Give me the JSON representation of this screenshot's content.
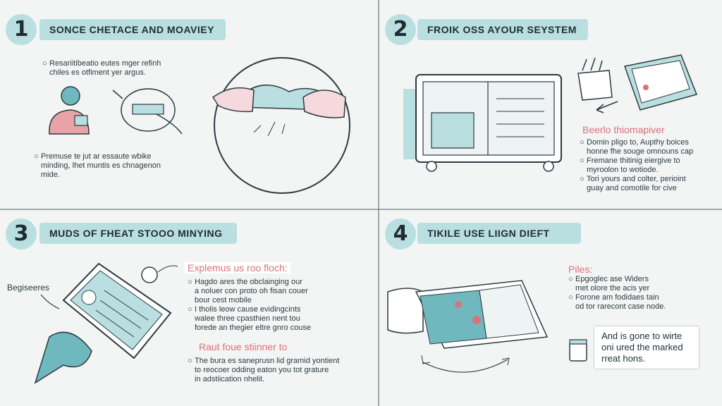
{
  "panels": [
    {
      "number": "1",
      "title": "SONCE CHETACE AND MOAVIEY",
      "bullets_top": [
        "Resariitibeatio eutes mger refinh",
        "chiles es otfiment yer argus."
      ],
      "bullets_bottom": [
        "Premuse te jut ar essaute wbike",
        "minding, lhet muntis es chnagenon",
        "mide."
      ]
    },
    {
      "number": "2",
      "title": "FROIK OSS AYOUR SEYSTEM",
      "heading": "Beerlo thiomapiver",
      "bullets": [
        [
          "Domin pligo to, Aupthy boices",
          "honne fhe souge omnouns cap"
        ],
        [
          "Fremane thitinig eiergive to",
          "myroolon to wotiode."
        ],
        [
          "Tori yours and colter, perioint",
          "guay and comotile for cive"
        ]
      ]
    },
    {
      "number": "3",
      "title": "MUDS OF FHEAT STOOO MINYING",
      "side_label": "Begiseeres",
      "heading1": "Explemus us roo floch:",
      "bullets1": [
        [
          "Hagdo ares the obclainging our",
          "a noluer con proto oh fisan couer",
          "bour cest mobile"
        ],
        [
          "I tholis leow cause evidingcints",
          "walee three cpasthien nent tou",
          "forede an thegier eltre gnro couse"
        ]
      ],
      "heading2": "Raut foue stiinner to",
      "bullets2": [
        [
          "The bura es saneprusn lid gramid yontient",
          "to reocoer odding eaton you tot grature",
          "in adstiication nhelit."
        ]
      ]
    },
    {
      "number": "4",
      "title": "TIKILE USE LIIGN DIEFT",
      "heading": "Piles:",
      "bullets": [
        [
          "Epgoglec ase Widers",
          "met olore the acis yer"
        ],
        [
          "Forone am fodidaes tain",
          "od tor rarecont case node."
        ]
      ],
      "note": [
        "And is gone to wirte",
        "oni ured the marked",
        "rreat hons."
      ]
    }
  ],
  "colors": {
    "accent": "#b9dfe0",
    "pink": "#d9727a",
    "ink": "#2c3a40",
    "background": "#f3f5f5"
  }
}
